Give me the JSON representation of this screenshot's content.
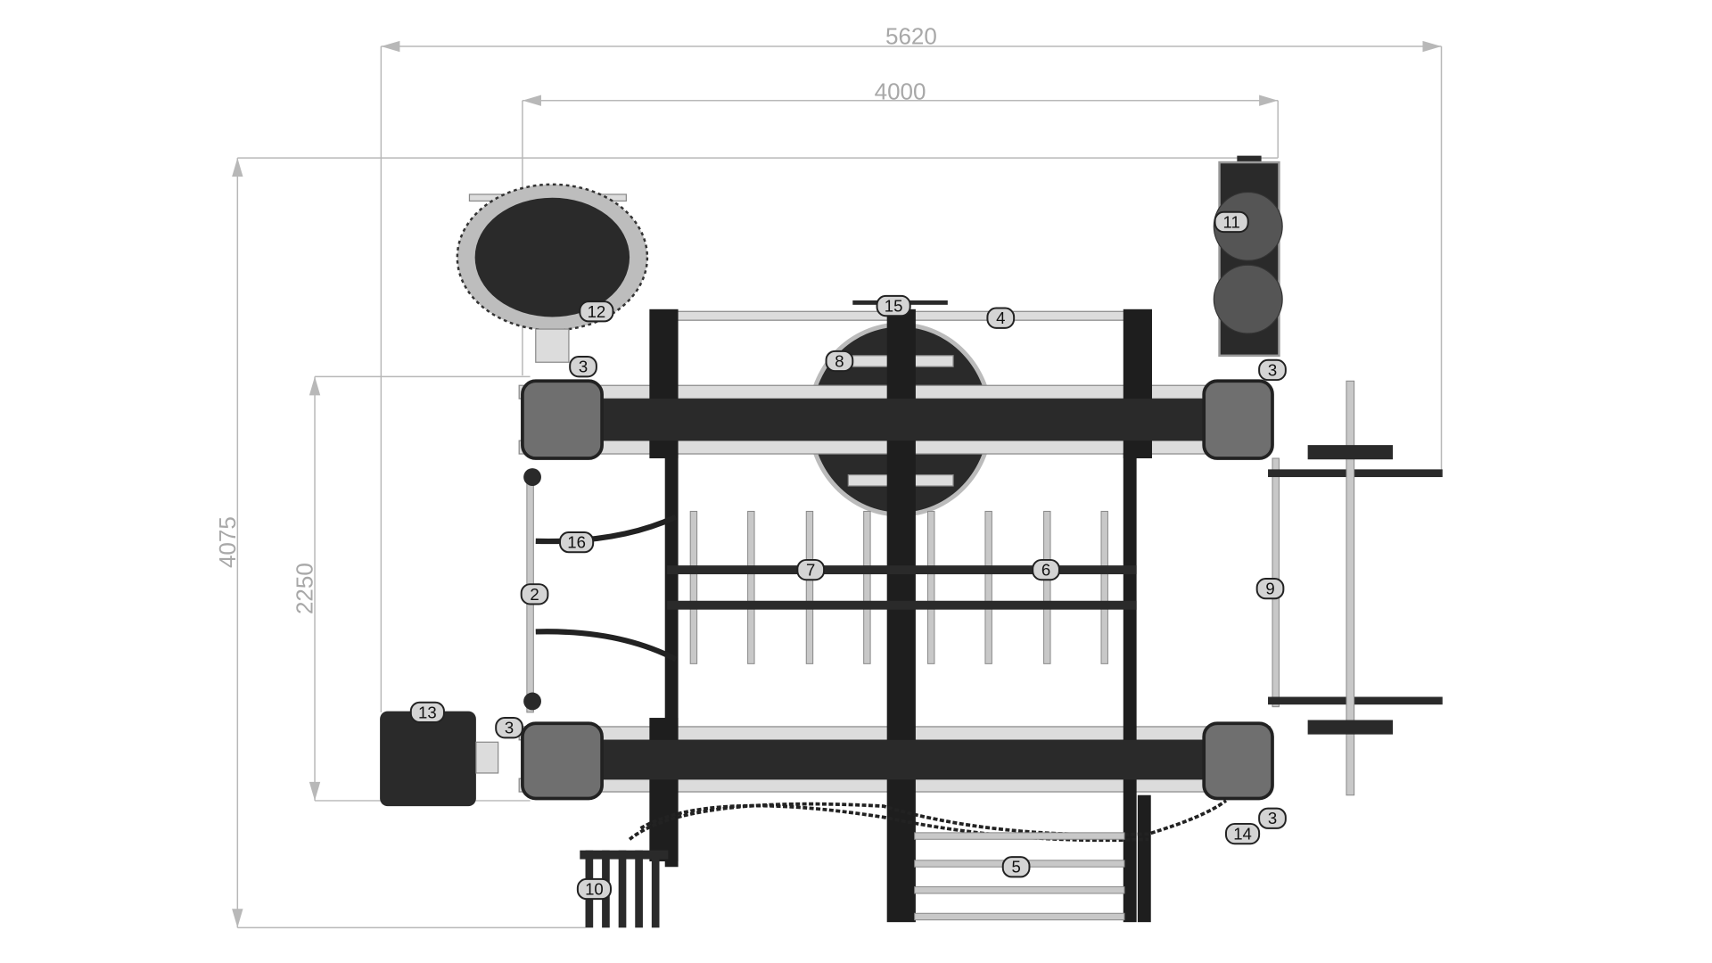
{
  "dimensions": {
    "overall_width": "5620",
    "frame_width": "4000",
    "overall_depth": "4075",
    "frame_depth": "2250"
  },
  "callouts": [
    "15",
    "4",
    "12",
    "11",
    "3",
    "3",
    "8",
    "16",
    "2",
    "7",
    "6",
    "9",
    "13",
    "3",
    "3",
    "14",
    "5",
    "10"
  ],
  "colors": {
    "equipment": "#2a2a2a",
    "dimension_line": "#b8b8b8",
    "callout_fill": "#d4d4d4"
  }
}
